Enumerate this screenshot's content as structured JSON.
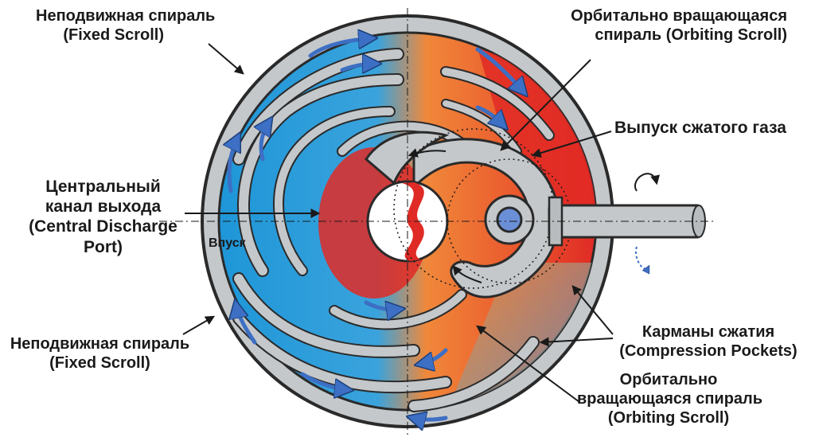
{
  "labels": {
    "fixed_top": {
      "line1": "Неподвижная спираль",
      "line2": "(Fixed Scroll)"
    },
    "orbiting_top": {
      "line1": "Орбитально вращающаяся",
      "line2": "спираль (Orbiting Scroll)"
    },
    "discharge_gas": "Выпуск сжатого газа",
    "central_port": {
      "line1": "Центральный",
      "line2": "канал выхода",
      "line3": "(Central Discharge",
      "line4": "Port)"
    },
    "intake": "Впуск",
    "fixed_bottom": {
      "line1": "Неподвижная спираль",
      "line2": "(Fixed Scroll)"
    },
    "pockets": {
      "line1": "Карманы сжатия",
      "line2": "(Compression Pockets)"
    },
    "orbiting_bottom": {
      "line1": "Орбитально",
      "line2": "вращающаяся спираль",
      "line3": "(Orbiting Scroll)"
    }
  },
  "colors": {
    "intake_blue": "#1e96d8",
    "mid_orange": "#f0883a",
    "discharge_red": "#e02a25",
    "scroll_gray": "#c4c8cb",
    "outline": "#2a2a2a",
    "arrow_blue": "#3d6fc4"
  }
}
